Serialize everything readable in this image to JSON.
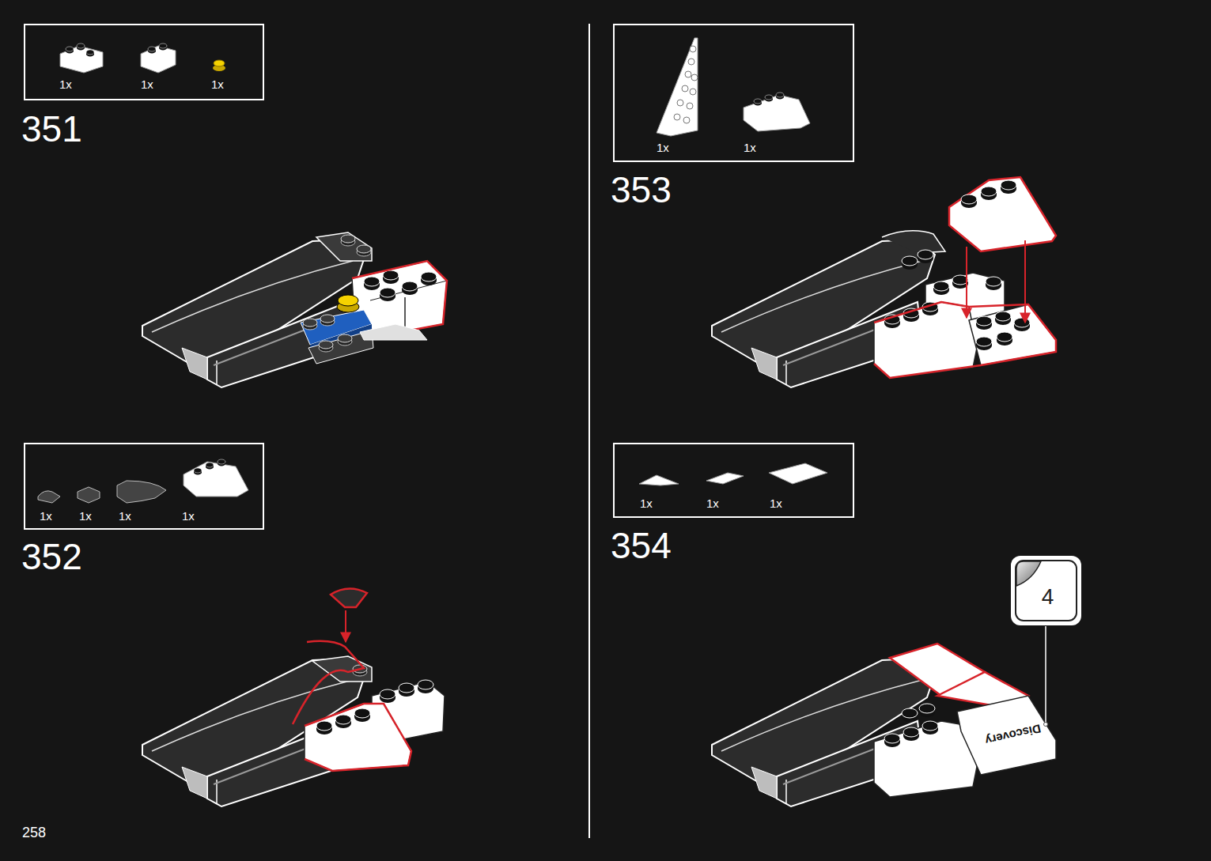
{
  "diagram": {
    "nodes": [
      {
        "text": [
          "1x",
          "1x",
          "1x"
        ]
      },
      {
        "text": [
          "1x",
          "1x",
          "1x",
          "1x"
        ]
      },
      {
        "text": [
          "1x",
          "1x"
        ]
      },
      {
        "text": [
          "1x",
          "1x",
          "1x"
        ]
      },
      {
        "text": [
          "4"
        ]
      }
    ],
    "labels": [
      "351",
      "352",
      "353",
      "354",
      "Discovery",
      "258"
    ]
  }
}
